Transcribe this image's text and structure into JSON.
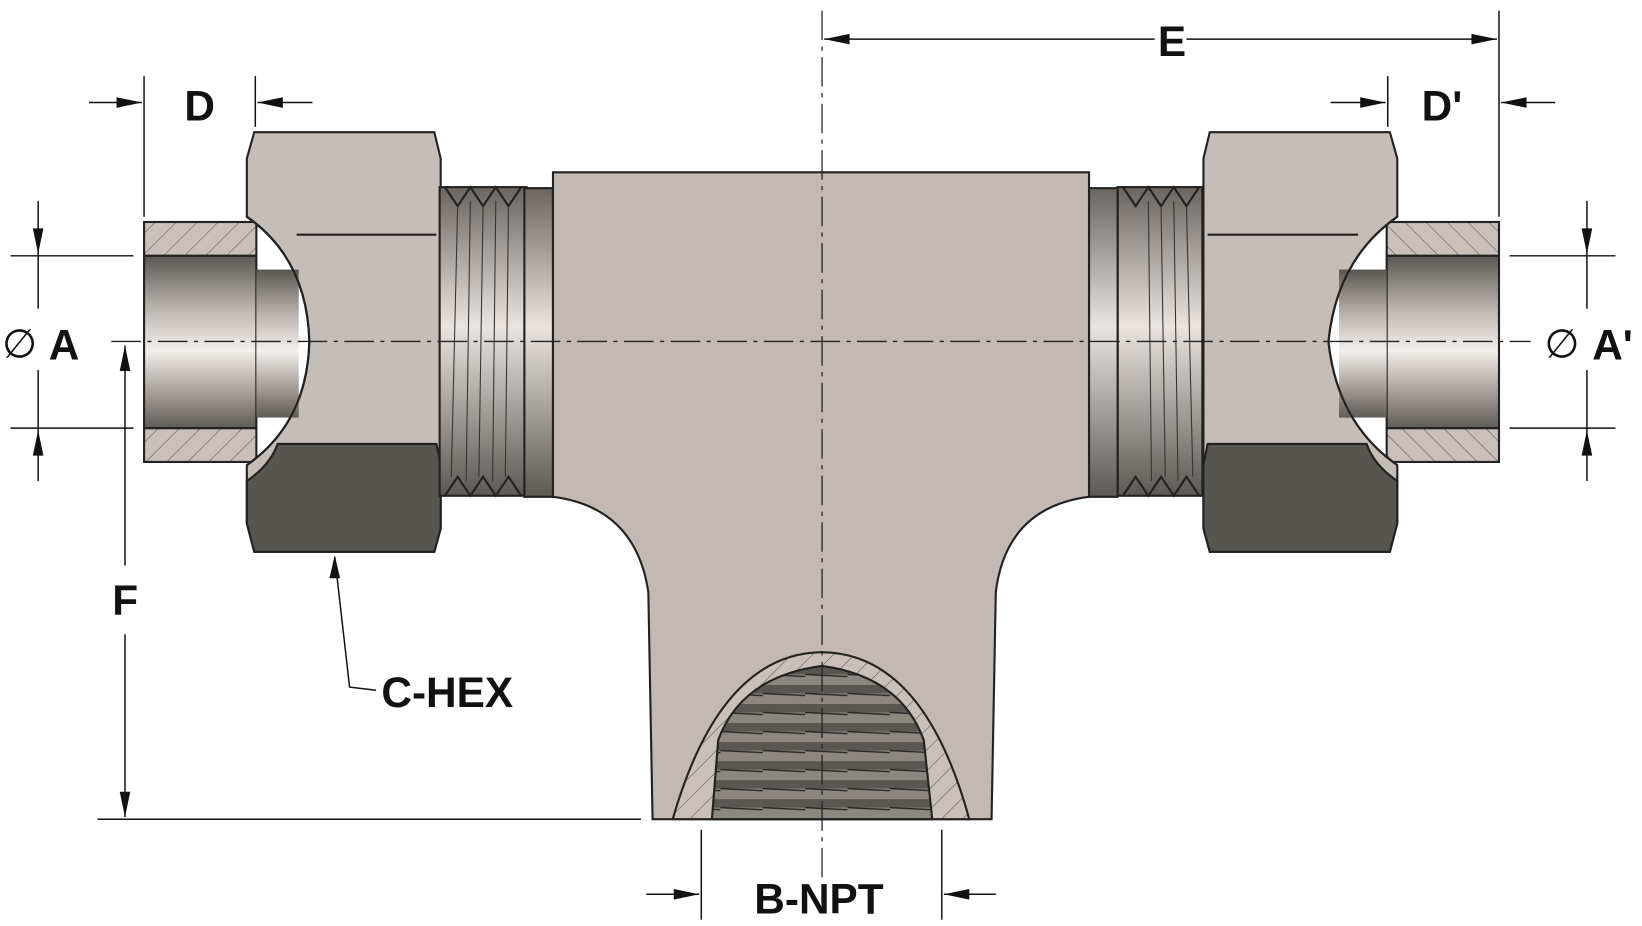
{
  "title": "Union tee with female NPT branch",
  "labels": {
    "A": "A",
    "A_prime": "A'",
    "B": "B-NPT",
    "C": "C-HEX",
    "D": "D",
    "D_prime": "D'",
    "E": "E",
    "F": "F",
    "diameter_symbol": "∅"
  },
  "colors": {
    "body": "#c2b9b4",
    "nut_light": "#c5bdb8",
    "nut_dark": "#56554f",
    "hatch_fill": "#c9c0bb",
    "outline": "#222222"
  }
}
